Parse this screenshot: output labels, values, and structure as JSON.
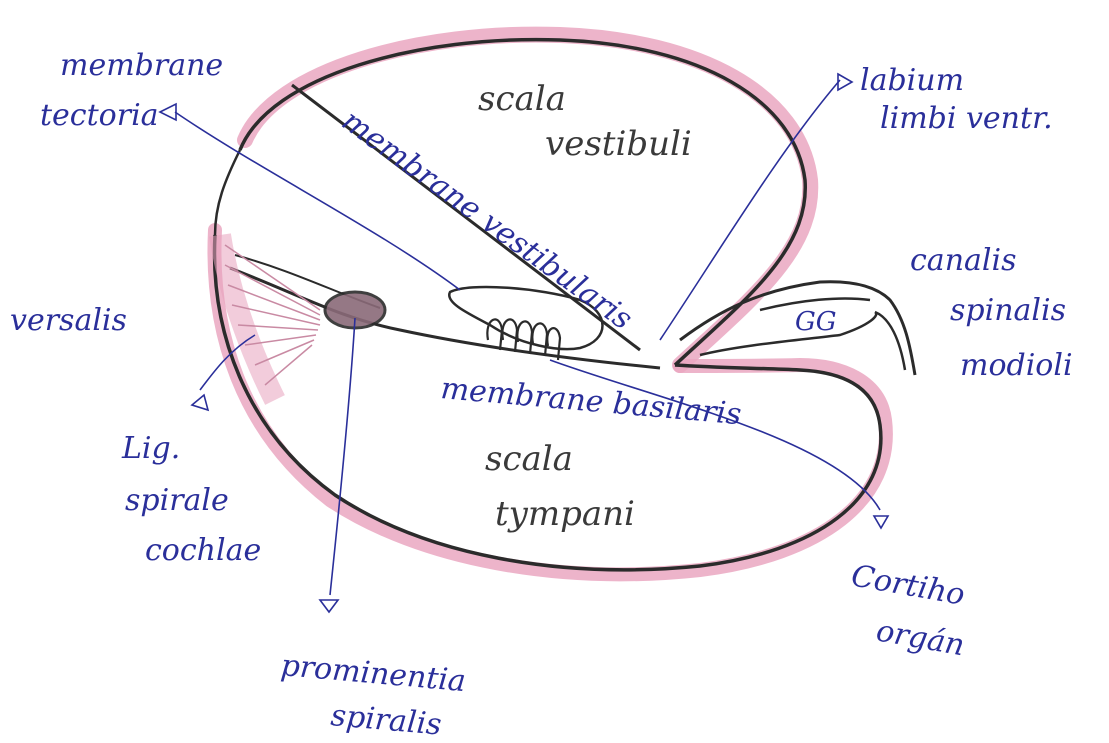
{
  "colors": {
    "ink": "#2a2f9a",
    "pencil": "#2b2b2b",
    "pink": "#e8a3bd",
    "background": "#ffffff"
  },
  "labels": {
    "membrane_tectoria": [
      "membrane",
      "tectoria"
    ],
    "labium": [
      "labium",
      "limbi ventr."
    ],
    "scala_vestibuli": [
      "scala",
      "vestibuli"
    ],
    "membrane_vestibularis": "membrane vestibularis",
    "canalis_spiralis": [
      "canalis",
      "spinalis",
      "modioli"
    ],
    "gg": "GG",
    "versalis": "versalis",
    "membrane_basilaris": "membrane basilaris",
    "lig_spirale": [
      "Lig.",
      "spirale",
      "cochlae"
    ],
    "scala_tympani": [
      "scala",
      "tympani"
    ],
    "cortiho_organ": [
      "Cortiho",
      "orgán"
    ],
    "prominentia": [
      "prominentia",
      "spiralis"
    ]
  }
}
